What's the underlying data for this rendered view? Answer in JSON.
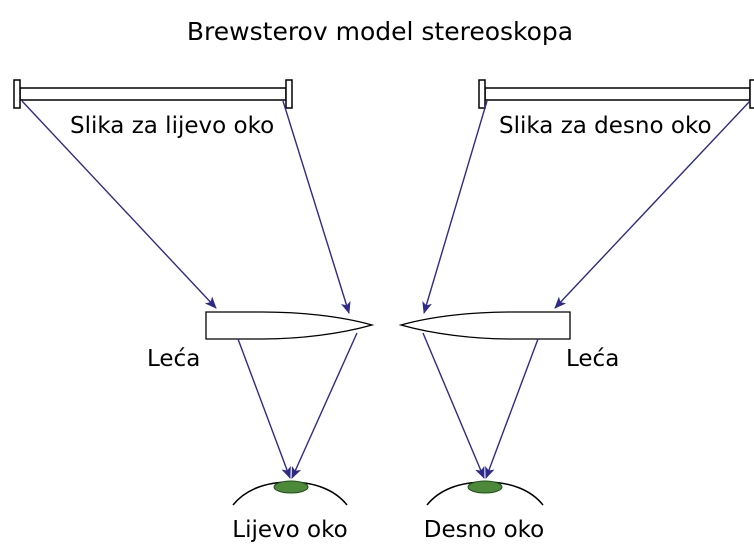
{
  "title": "Brewsterov model stereoskopa",
  "labels": {
    "left_image": "Slika za lijevo oko",
    "right_image": "Slika za desno oko",
    "left_lens": "Leća",
    "right_lens": "Leća",
    "left_eye": "Lijevo oko",
    "right_eye": "Desno oko"
  },
  "colors": {
    "ray": "#2e2a8a",
    "pupil": "#4c8a3a"
  }
}
